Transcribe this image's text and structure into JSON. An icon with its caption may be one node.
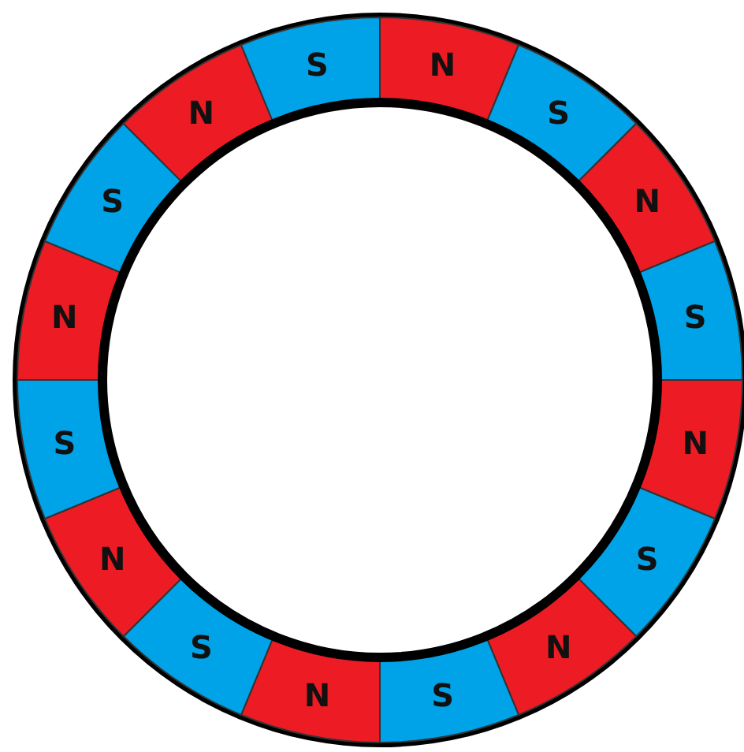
{
  "diagram": {
    "nodes": [
      {
        "text": [
          "N"
        ]
      },
      {
        "text": [
          "S"
        ]
      },
      {
        "text": [
          "N"
        ]
      },
      {
        "text": [
          "S"
        ]
      },
      {
        "text": [
          "N"
        ]
      },
      {
        "text": [
          "S"
        ]
      },
      {
        "text": [
          "N"
        ]
      },
      {
        "text": [
          "S"
        ]
      },
      {
        "text": [
          "N"
        ]
      },
      {
        "text": [
          "S"
        ]
      },
      {
        "text": [
          "N"
        ]
      },
      {
        "text": [
          "S"
        ]
      },
      {
        "text": [
          "N"
        ]
      },
      {
        "text": [
          "S"
        ]
      },
      {
        "text": [
          "N"
        ]
      },
      {
        "text": [
          "S"
        ]
      }
    ]
  }
}
